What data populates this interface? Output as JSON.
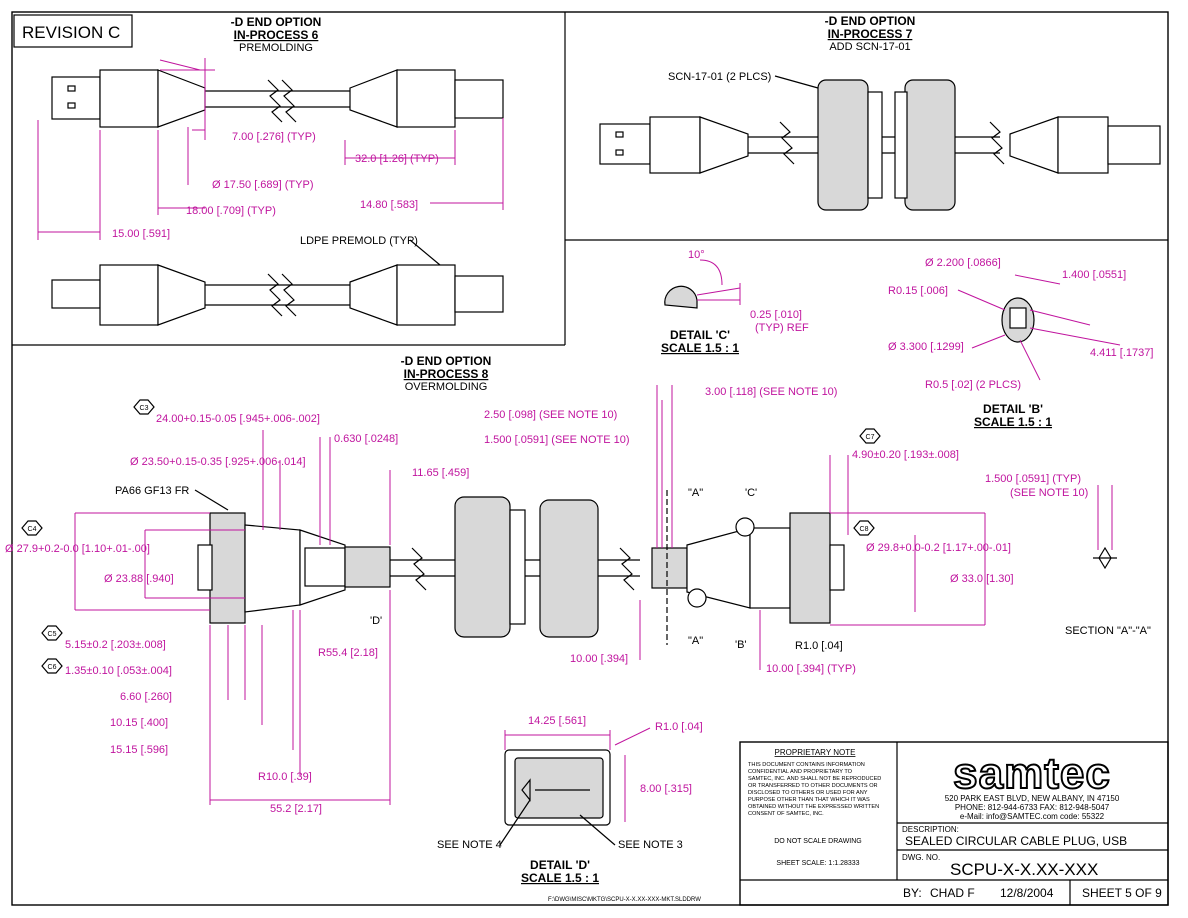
{
  "revision": "REVISION  C",
  "view6": {
    "t1": "-D END OPTION",
    "t2": "IN-PROCESS 6",
    "t3": "PREMOLDING",
    "d1": "7.00 [.276]  (TYP)",
    "d2": "32.0 [1.26]  (TYP)",
    "d3": "Ø 17.50 [.689]  (TYP)",
    "d4": "18.00 [.709]  (TYP)",
    "d5": "14.80 [.583]",
    "d6": "15.00 [.591]",
    "premold": "LDPE PREMOLD (TYP)"
  },
  "view7": {
    "t1": "-D END OPTION",
    "t2": "IN-PROCESS 7",
    "t3": "ADD SCN-17-01",
    "scn": "SCN-17-01 (2 PLCS)"
  },
  "view8": {
    "t1": "-D END OPTION",
    "t2": "IN-PROCESS 8",
    "t3": "OVERMOLDING",
    "pa66": "PA66 GF13 FR",
    "d24": "24.00+0.15-0.05 [.945+.006-.002]",
    "d2350": "Ø 23.50+0.15-0.35 [.925+.006-.014]",
    "d0630": "0.630 [.0248]",
    "d1165": "11.65 [.459]",
    "d279": "Ø 27.9+0.2-0.0 [1.10+.01-.00]",
    "d2388": "Ø 23.88 [.940]",
    "d515": "5.15±0.2 [.203±.008]",
    "d135": "1.35±0.10 [.053±.004]",
    "d660": "6.60 [.260]",
    "d1015": "10.15 [.400]",
    "d1515": "15.15 [.596]",
    "r554": "R55.4 [2.18]",
    "r100": "R10.0 [.39]",
    "d552": "55.2 [2.17]",
    "lblD": "'D'",
    "lblB": "'B'",
    "lblC": "'C'",
    "lblA1": "\"A\"",
    "lblA2": "\"A\"",
    "d250": "2.50 [.098]  (SEE NOTE 10)",
    "d1500": "1.500 [.0591]  (SEE NOTE 10)",
    "d300": "3.00 [.118]  (SEE NOTE 10)",
    "d490": "4.90±0.20 [.193±.008]",
    "d298": "Ø 29.8+0.0-0.2 [1.17+.00-.01]",
    "d330": "Ø 33.0 [1.30]",
    "d1000a": "10.00 [.394]",
    "d1000b": "10.00 [.394]  (TYP)",
    "r10": "R1.0 [.04]",
    "sec1": "1.500 [.0591]  (TYP)",
    "sec2": "(SEE NOTE 10)",
    "secAA": "SECTION \"A\"-\"A\"",
    "c4": "C4",
    "c5": "C5",
    "c6": "C6",
    "c3": "C3",
    "c7": "C7",
    "c8": "C8"
  },
  "detailC": {
    "ang": "10°",
    "d": "0.25 [.010]",
    "d2": "(TYP) REF",
    "title": "DETAIL 'C'",
    "scale": "SCALE 1.5 : 1"
  },
  "detailB": {
    "d1": "Ø 2.200 [.0866]",
    "d2": "1.400 [.0551]",
    "d3": "R0.15 [.006]",
    "d4": "Ø 3.300 [.1299]",
    "d5": "4.411 [.1737]",
    "d6": "R0.5 [.02]  (2 PLCS)",
    "title": "DETAIL 'B'",
    "scale": "SCALE 1.5 : 1"
  },
  "detailD": {
    "d1": "14.25 [.561]",
    "d2": "R1.0 [.04]",
    "d3": "8.00 [.315]",
    "n4": "SEE NOTE 4",
    "n3": "SEE NOTE 3",
    "title": "DETAIL 'D'",
    "scale": "SCALE 1.5 : 1"
  },
  "titleblock": {
    "prop_title": "PROPRIETARY NOTE",
    "prop_lines": [
      "THIS DOCUMENT CONTAINS INFORMATION",
      "CONFIDENTIAL AND PROPRIETARY TO",
      "SAMTEC, INC. AND SHALL NOT BE REPRODUCED",
      "OR TRANSFERRED TO OTHER DOCUMENTS OR",
      "DISCLOSED TO OTHERS OR USED FOR ANY",
      "PURPOSE OTHER THAN THAT WHICH IT WAS",
      "OBTAINED WITHOUT THE EXPRESSED WRITTEN",
      "CONSENT OF SAMTEC, INC."
    ],
    "noscale": "DO  NOT  SCALE  DRAWING",
    "sheetscale": "SHEET SCALE: 1:1.28333",
    "logo": "samtec",
    "addr1": "520 PARK EAST BLVD, NEW ALBANY, IN 47150",
    "addr2": "PHONE: 812-944-6733      FAX: 812-948-5047",
    "addr3": "e-Mail: info@SAMTEC.com          code: 55322",
    "desc_lbl": "DESCRIPTION:",
    "desc": "SEALED CIRCULAR CABLE PLUG, USB",
    "dwg_lbl": "DWG. NO.",
    "dwg": "SCPU-X-X.XX-XXX",
    "by_lbl": "BY:",
    "by": "CHAD F",
    "date": "12/8/2004",
    "sheet": "SHEET 5 OF 9",
    "path": "F:\\DWG\\MISC\\MKTG\\SCPU-X-X.XX-XXX-MKT.SLDDRW"
  }
}
